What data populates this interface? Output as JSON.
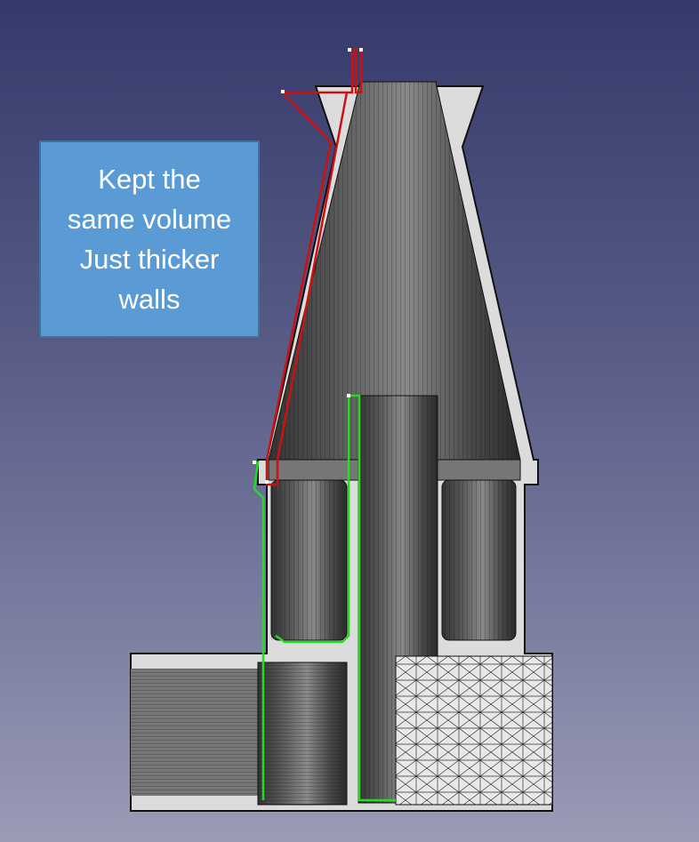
{
  "annotation": {
    "lines": [
      "Kept the",
      "same volume",
      "Just thicker",
      "walls"
    ],
    "fill_color": "#5b9bd5"
  },
  "viewport": {
    "highlight_colors": {
      "red_edge": "#cc1111",
      "green_edge": "#22dd22"
    }
  }
}
